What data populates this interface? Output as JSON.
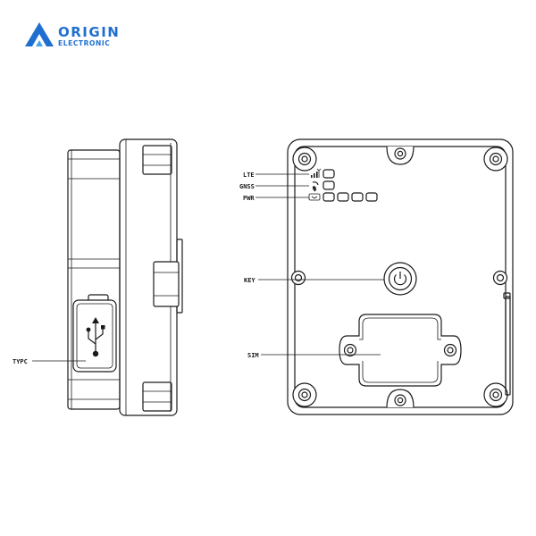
{
  "logo": {
    "brand": "ORIGIN",
    "tagline": "ELECTRONIC"
  },
  "labels": {
    "lte": "LTE",
    "gnss": "GNSS",
    "pwr": "PWR",
    "key": "KEY",
    "sim": "SIM",
    "typc": "TYPC"
  },
  "icons": {
    "logo": "origin-logo-icon",
    "lte": "signal-icon",
    "gnss": "satellite-icon",
    "pwr": "power-supply-icon",
    "key": "power-button-icon",
    "usb": "usb-icon"
  },
  "colors": {
    "brand": "#1f6fd1",
    "line": "#1a1a1a",
    "background": "#ffffff"
  }
}
